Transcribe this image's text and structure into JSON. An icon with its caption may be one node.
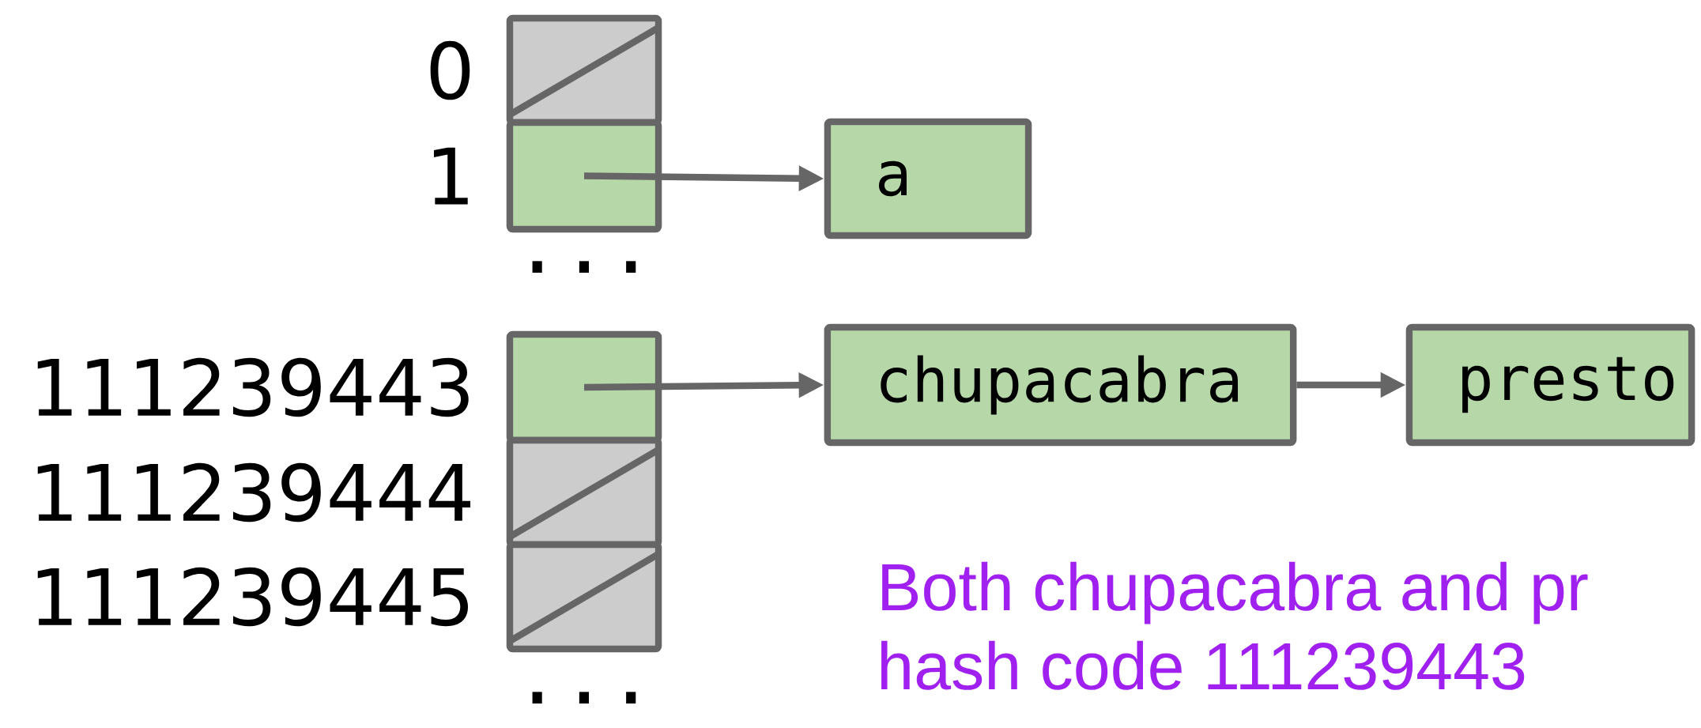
{
  "diagram": {
    "nodes": [
      {
        "text": [],
        "shape": "slashed",
        "beside": [
          "0"
        ]
      },
      {
        "text": [],
        "shape": "box",
        "beside": [
          "1"
        ]
      },
      {
        "text": [
          "a"
        ]
      },
      {
        "text": [],
        "shape": "box",
        "beside": [
          "111239443"
        ]
      },
      {
        "text": [
          "chupacabra"
        ]
      },
      {
        "text": [
          "presto"
        ]
      },
      {
        "text": [],
        "shape": "slashed",
        "beside": [
          "111239444"
        ]
      },
      {
        "text": [],
        "shape": "slashed",
        "beside": [
          "111239445"
        ]
      }
    ],
    "edges": [
      {
        "from": 1,
        "to": 2,
        "arrow": "to"
      },
      {
        "from": 3,
        "to": 4,
        "arrow": "to"
      },
      {
        "from": 4,
        "to": 5,
        "arrow": "to"
      }
    ],
    "labels": [
      "...",
      "...",
      "Both chupacabra and pr",
      "hash code 111239443"
    ]
  }
}
